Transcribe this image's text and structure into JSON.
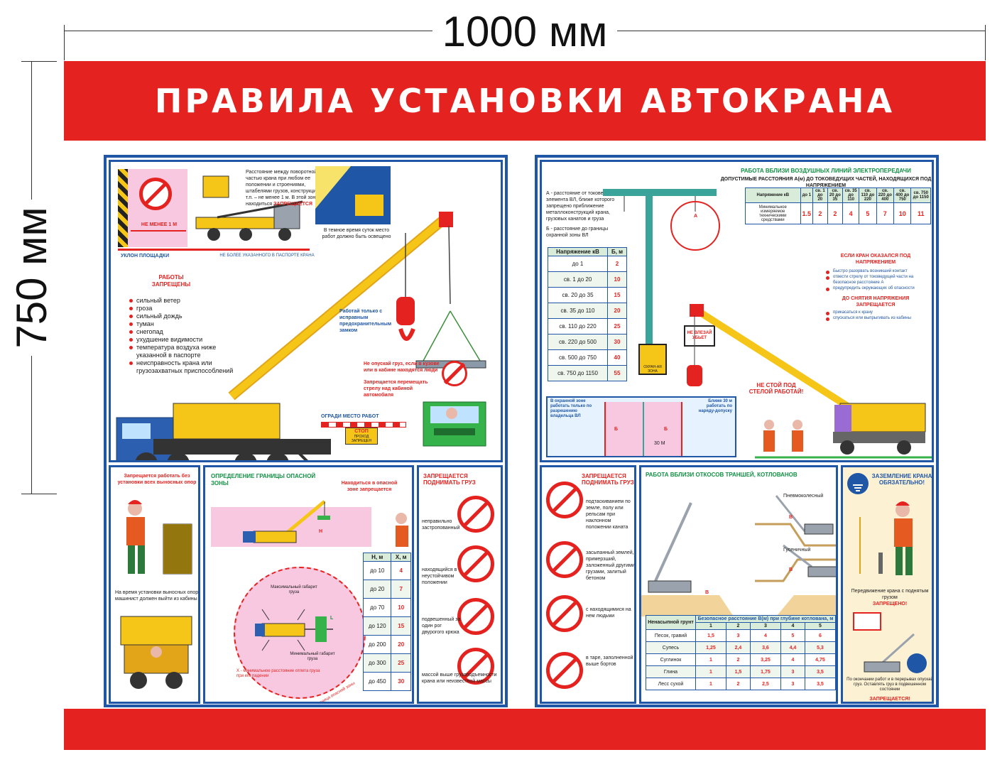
{
  "dimensions": {
    "width_label": "1000 мм",
    "height_label": "750 мм"
  },
  "title": "ПРАВИЛА УСТАНОВКИ АВТОКРАНА",
  "colors": {
    "brand_red": "#e42320",
    "panel_blue": "#1f56a6",
    "accent_green": "#119244",
    "crane_yellow": "#f5c518"
  },
  "left_main": {
    "distance_label": "НЕ МЕНЕЕ 1 М",
    "slope_label": "УКЛОН ПЛОЩАДКИ",
    "slope_note": "НЕ БОЛЕЕ УКАЗАННОГО В ПАСПОРТЕ КРАНА",
    "distance_text": "Расстояние между поворотной частью крана при любом ее положении и строениями, штабелями грузов, конструкциями и т.п. – не менее 1 м. В этой зоне находиться",
    "distance_forbidden": "ЗАПРЕЩАЕТСЯ",
    "dark_note": "В темное время суток место работ должно быть освещено",
    "works_forbidden_title": "РАБОТЫ ЗАПРЕЩЕНЫ",
    "works_forbidden_items": [
      "сильный ветер",
      "гроза",
      "сильный дождь",
      "туман",
      "снегопад",
      "ухудшение видимости",
      "температура воздуха ниже указанной в паспорте",
      "неисправность крана или грузозахватных приспособлений"
    ],
    "hook_note": "Работай только с исправным предохранительным замком",
    "no_load_over_cab": "Не опускай груз, если в кузове или в кабине находятся люди",
    "no_boom_over_cab": "Запрещается перемещать стрелу над кабиной автомобиля",
    "fence_label": "ОГРАДИ МЕСТО РАБОТ",
    "stop_sign": "СТОП",
    "stop_sub": "ПРОХОД ЗАПРЕЩЕН"
  },
  "left_bottom": {
    "supports_title": "Запрещается работать без установки всех выносных опор",
    "cab_note": "На время установки выносных опор машинист должен выйти из кабины",
    "zone_title": "ОПРЕДЕЛЕНИЕ ГРАНИЦЫ ОПАСНОЙ ЗОНЫ",
    "zone_note": "Находиться в опасной зоне запрещается",
    "zone_labels": {
      "height": "H",
      "boom": "L",
      "max_size": "Максимальный габарит груза",
      "min_size": "Минимальный габарит груза",
      "distance": "X - минимальное расстояние отлета груза при его падении",
      "boundary": "Граница опасной зоны"
    },
    "table": {
      "headers": [
        "Н, м",
        "Х, м"
      ],
      "rows": [
        [
          "до 10",
          "4"
        ],
        [
          "до 20",
          "7"
        ],
        [
          "до 70",
          "10"
        ],
        [
          "до 120",
          "15"
        ],
        [
          "до 200",
          "20"
        ],
        [
          "до 300",
          "25"
        ],
        [
          "до 450",
          "30"
        ]
      ]
    },
    "lift_title": "ЗАПРЕЩАЕТСЯ ПОДНИМАТЬ ГРУЗ",
    "lift_items": [
      "неправильно застропованный",
      "находящийся в неустойчивом положении",
      "подвешенный за один рог двурогого крюка",
      "массой выше грузоподъемности крана или неизвестной массы"
    ]
  },
  "right_main": {
    "powerline_title": "РАБОТА ВБЛИЗИ ВОЗДУШНЫХ ЛИНИЙ ЭЛЕКТРОПЕРЕДАЧИ",
    "distance_title": "ДОПУСТИМЫЕ РАССТОЯНИЯ А(м) ДО ТОКОВЕДУЩИХ ЧАСТЕЙ, НАХОДЯЩИХСЯ ПОД НАПРЯЖЕНИЕМ",
    "a_def": "А - расстояние от токоведущего элемента ВЛ, ближе которого запрещено приближение металлоконструкций крана, грузовых канатов и груза",
    "b_def": "Б - расстояние до границы охранной зоны ВЛ",
    "voltage_table": {
      "headers": [
        "Напряжение кВ",
        "до 1",
        "св. 1 до 20",
        "св. 20 до 35",
        "св. 35 до 110",
        "св. 110 до 220",
        "св. 220 до 400",
        "св. 400 до 750",
        "св. 750 до 1150"
      ],
      "row_label": "Минимальное измеряемое техническими средствами",
      "values": [
        "1.5",
        "2",
        "2",
        "4",
        "5",
        "7",
        "10",
        "11"
      ]
    },
    "zone_table": {
      "headers": [
        "Напряжение кВ",
        "Б, м"
      ],
      "rows": [
        [
          "до 1",
          "2"
        ],
        [
          "св. 1  до 20",
          "10"
        ],
        [
          "св. 20  до 35",
          "15"
        ],
        [
          "св. 35  до 110",
          "20"
        ],
        [
          "св. 110  до 220",
          "25"
        ],
        [
          "св. 220  до 500",
          "30"
        ],
        [
          "св. 500  до 750",
          "40"
        ],
        [
          "св. 750  до 1150",
          "55"
        ]
      ]
    },
    "zone_note": "В охранной зоне работать только по разрешению владельца ВЛ",
    "zone_note2": "Ближе 30 м работать по наряду-допуску",
    "danger_sign": "ОХРАН-АЯ ЗОНА",
    "voltage_sign": "НЕ ВЛЕЗАЙ УБЬЕТ",
    "label_b": "Б",
    "label_a": "А",
    "label_30": "30 М",
    "under_boom": "НЕ СТОЙ ПОД СТЕЛОЙ РАБОТАЙ!",
    "energized_title": "ЕСЛИ КРАН ОКАЗАЛСЯ ПОД НАПРЯЖЕНИЕМ",
    "energized_items": [
      "Быстро разорвать возникший контакт",
      "отвести стрелу от токоведущей части на безопасное расстояние А",
      "предупредить окружающих об опасности"
    ],
    "until_off_title": "ДО СНЯТИЯ НАПРЯЖЕНИЯ ЗАПРЕЩАЕТСЯ",
    "until_off_items": [
      "прикасаться к крану",
      "спускаться или выпрыгивать из кабины"
    ]
  },
  "right_bottom": {
    "lift_title": "ЗАПРЕЩАЕТСЯ ПОДНИМАТЬ ГРУЗ",
    "lift_items": [
      "подтаскиванием по земле, полу или рельсам при наклонном положении каната",
      "засыпанный землей, примерзший, заложенный другими грузами, залитый бетоном",
      "с находящимися на нем людьми",
      "в таре, заполненной выше бортов"
    ],
    "slopes_title": "РАБОТА ВБЛИЗИ ОТКОСОВ ТРАНШЕЙ, КОТЛОВАНОВ",
    "wheeled": "Пневмоколесный",
    "tracked": "Гусеничный",
    "label_b": "В",
    "soil_table": {
      "title": "Безопасное расстояние В(м) при глубине котлована, м",
      "col_header": "Ненасыпной грунт",
      "depths": [
        "1",
        "2",
        "3",
        "4",
        "5"
      ],
      "rows": [
        [
          "Песок, гравий",
          "1,5",
          "3",
          "4",
          "5",
          "6"
        ],
        [
          "Супесь",
          "1,25",
          "2,4",
          "3,6",
          "4,4",
          "5,3"
        ],
        [
          "Суглинок",
          "1",
          "2",
          "3,25",
          "4",
          "4,75"
        ],
        [
          "Глина",
          "1",
          "1,5",
          "1,75",
          "3",
          "3,5"
        ],
        [
          "Лесс сухой",
          "1",
          "2",
          "2,5",
          "3",
          "3,5"
        ]
      ]
    },
    "ground_title": "ЗАЗЕМЛЕНИЕ КРАНА ОБЯЗАТЕЛЬНО!",
    "move_note": "Передвижение крана с поднятым грузом",
    "move_forbidden": "ЗАПРЕЩЕНО!",
    "end_note": "По окончании работ и в перерывах опускай груз. Оставлять груз в подвешенном состоянии",
    "end_forbidden": "ЗАПРЕЩАЕТСЯ!"
  }
}
